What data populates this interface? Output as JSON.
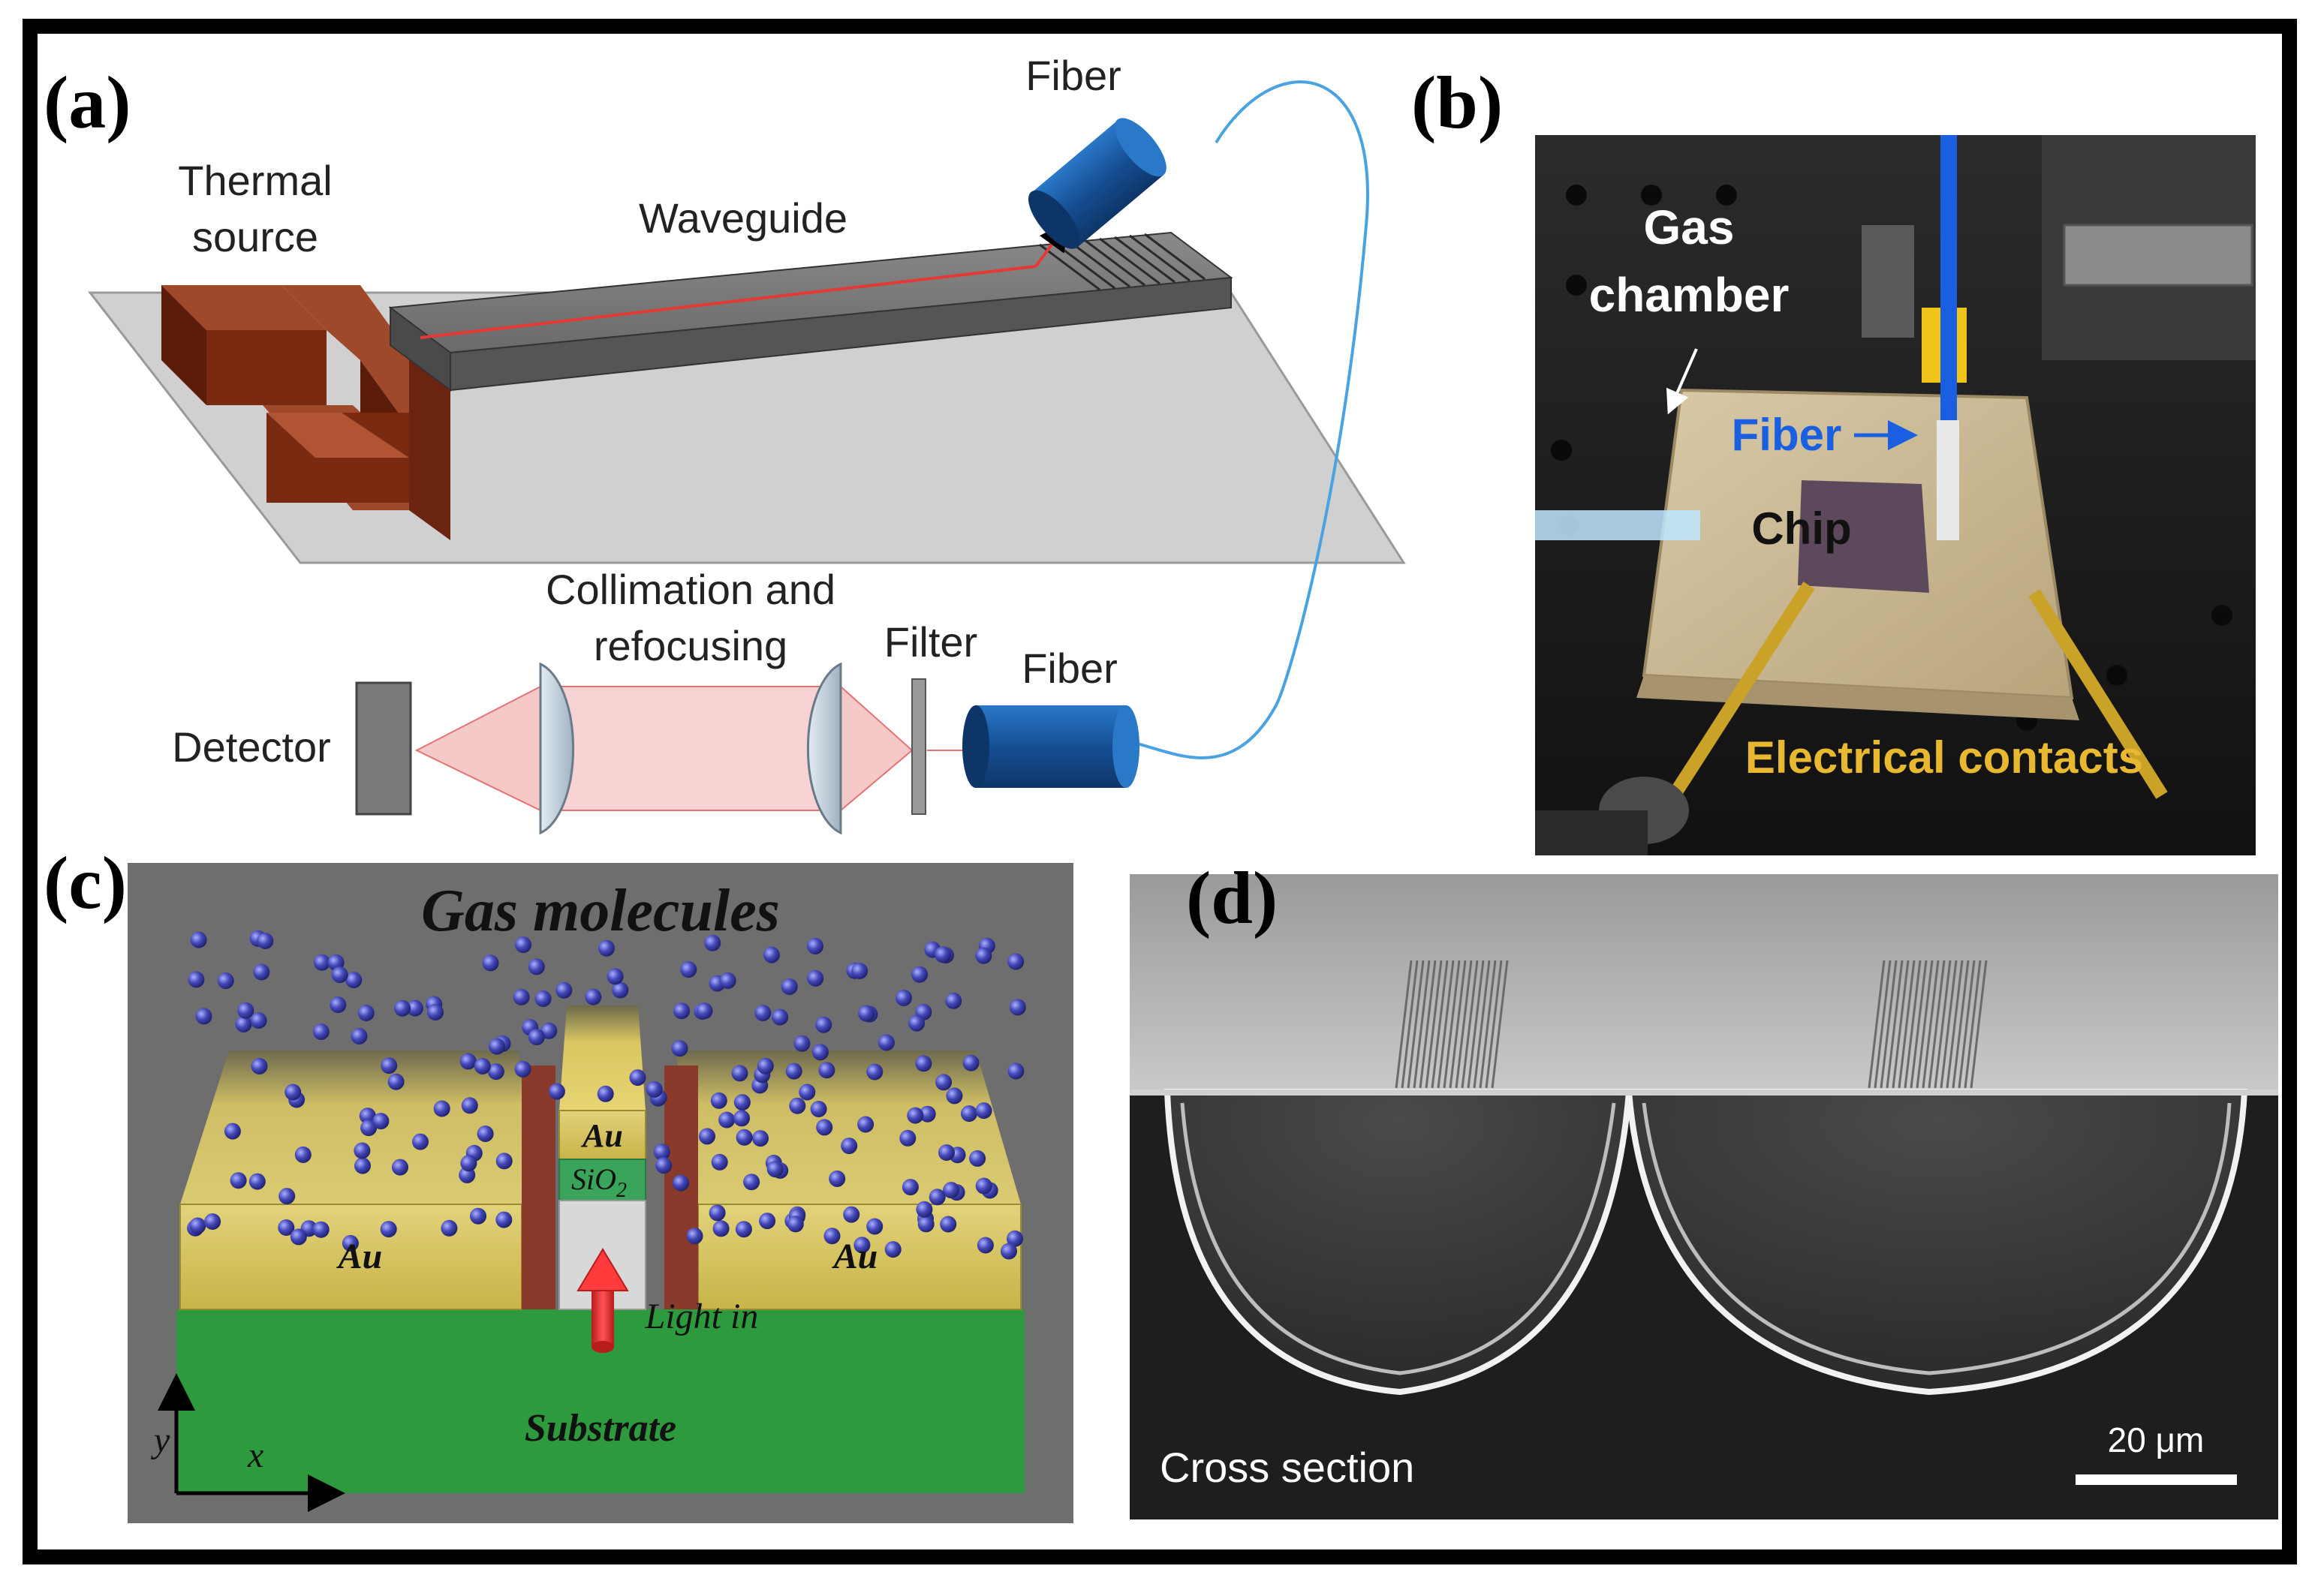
{
  "panels": {
    "a": {
      "label": "(a)",
      "thermal_source": [
        "Thermal",
        "source"
      ],
      "waveguide": "Waveguide",
      "fiber_top": "Fiber",
      "collimation": [
        "Collimation and",
        "refocusing"
      ],
      "filter": "Filter",
      "fiber_bottom": "Fiber",
      "detector": "Detector"
    },
    "b": {
      "label": "(b)",
      "gas_chamber": [
        "Gas",
        "chamber"
      ],
      "fiber": "Fiber",
      "chip": "Chip",
      "electrical_contacts": "Electrical contacts"
    },
    "c": {
      "label": "(c)",
      "gas_molecules": "Gas molecules",
      "au_top": "Au",
      "sio2": "SiO",
      "sio2_sub": "2",
      "au_left": "Au",
      "au_right": "Au",
      "light_in": "Light in",
      "substrate": "Substrate",
      "axis_y": "y",
      "axis_x": "x"
    },
    "d": {
      "label": "(d)",
      "cross_section": "Cross section",
      "scale_bar": "20 μm"
    }
  },
  "colors": {
    "border": "#000000",
    "thermal_source": "#7b2a12",
    "waveguide": "#6e6e6e",
    "fiber": "#1f5fa8",
    "light": "#e53935",
    "gold": "#d4c25a",
    "substrate": "#2e9a3e",
    "molecule": "#3b3fa8",
    "blue_label": "#1a5fe0",
    "yellow_label": "#e8b930"
  }
}
